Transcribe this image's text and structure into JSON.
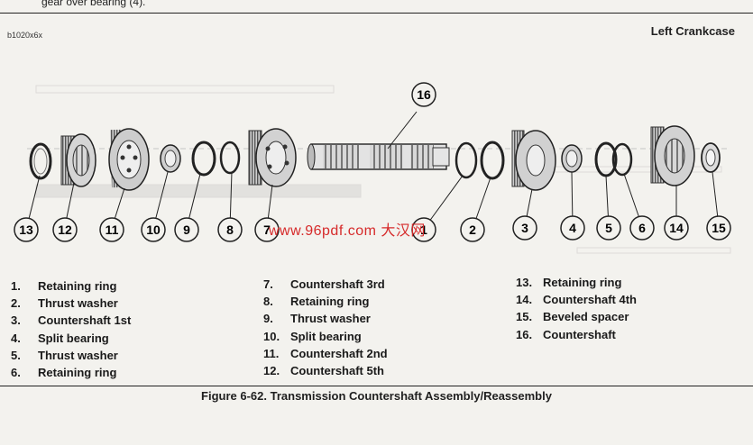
{
  "page": {
    "top_text": "gear over bearing (4).",
    "code": "b1020x6x",
    "panel_title": "Left Crankcase",
    "watermark": "www.96pdf.com 大汉网",
    "caption": "Figure 6-62. Transmission Countershaft Assembly/Reassembly"
  },
  "callouts": [
    "16",
    "13",
    "12",
    "11",
    "10",
    "9",
    "8",
    "7",
    "1",
    "2",
    "3",
    "4",
    "5",
    "6",
    "14",
    "15"
  ],
  "legend": {
    "column1": [
      {
        "num": "1.",
        "label": "Retaining ring"
      },
      {
        "num": "2.",
        "label": "Thrust washer"
      },
      {
        "num": "3.",
        "label": "Countershaft 1st"
      },
      {
        "num": "4.",
        "label": "Split bearing"
      },
      {
        "num": "5.",
        "label": "Thrust washer"
      },
      {
        "num": "6.",
        "label": "Retaining ring"
      }
    ],
    "column2": [
      {
        "num": "7.",
        "label": "Countershaft 3rd"
      },
      {
        "num": "8.",
        "label": "Retaining ring"
      },
      {
        "num": "9.",
        "label": "Thrust washer"
      },
      {
        "num": "10.",
        "label": "Split bearing"
      },
      {
        "num": "11.",
        "label": "Countershaft 2nd"
      },
      {
        "num": "12.",
        "label": "Countershaft 5th"
      }
    ],
    "column3": [
      {
        "num": "13.",
        "label": "Retaining ring"
      },
      {
        "num": "14.",
        "label": "Countershaft 4th"
      },
      {
        "num": "15.",
        "label": "Beveled spacer"
      },
      {
        "num": "16.",
        "label": "Countershaft"
      }
    ]
  }
}
